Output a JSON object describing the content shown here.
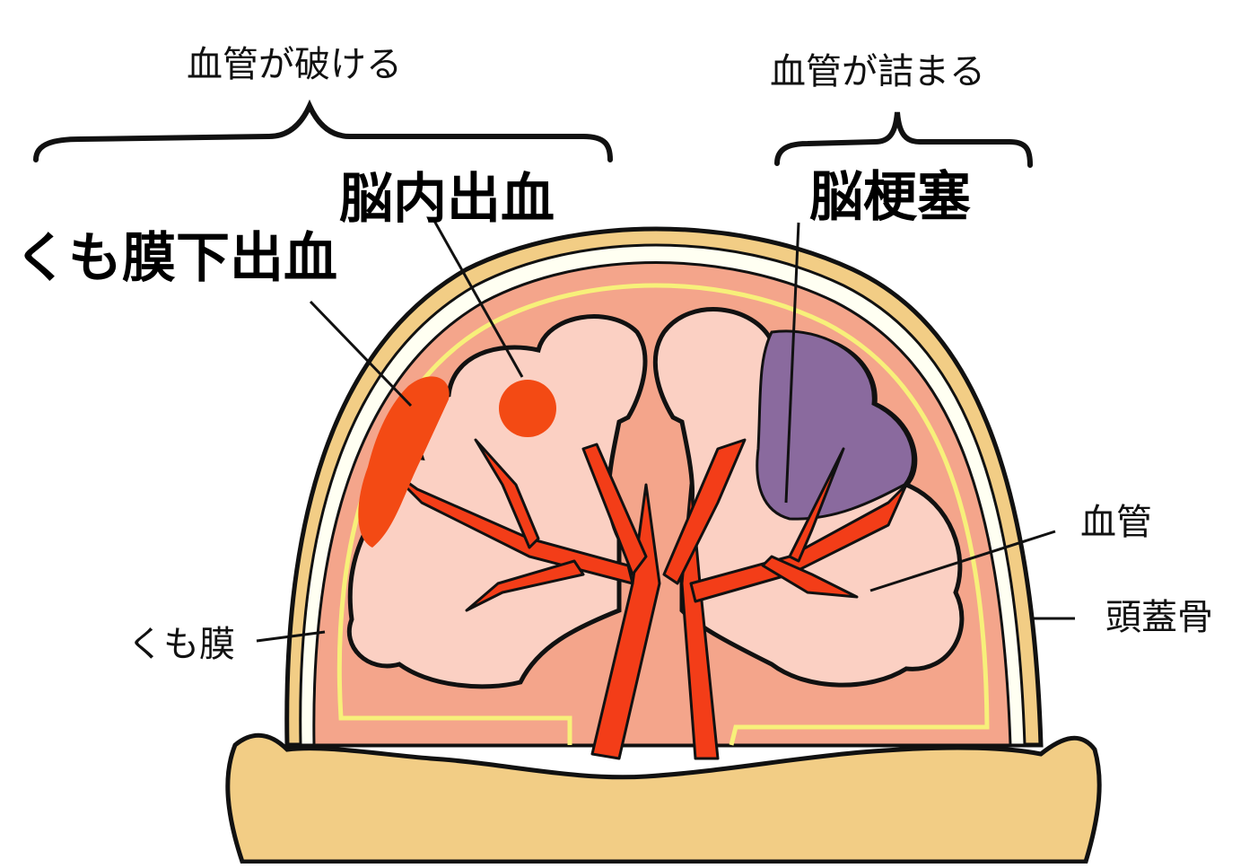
{
  "headers": {
    "broken_vessel": "血管が破ける",
    "clogged_vessel": "血管が詰まる"
  },
  "conditions": {
    "intracerebral_hemorrhage": "脳内出血",
    "subarachnoid_hemorrhage": "くも膜下出血",
    "cerebral_infarction": "脳梗塞"
  },
  "anatomy": {
    "blood_vessel": "血管",
    "skull": "頭蓋骨",
    "arachnoid": "くも膜"
  },
  "colors": {
    "skull": "#F2CD85",
    "skull_inner": "#FFFFF2",
    "meninges": "#F4A58B",
    "arachnoid_line": "#F7F07A",
    "brain": "#FBD0C3",
    "vessel": "#F33D18",
    "hemorrhage": "#F34A14",
    "infarct": "#8A6A9E",
    "outline": "#111111"
  }
}
